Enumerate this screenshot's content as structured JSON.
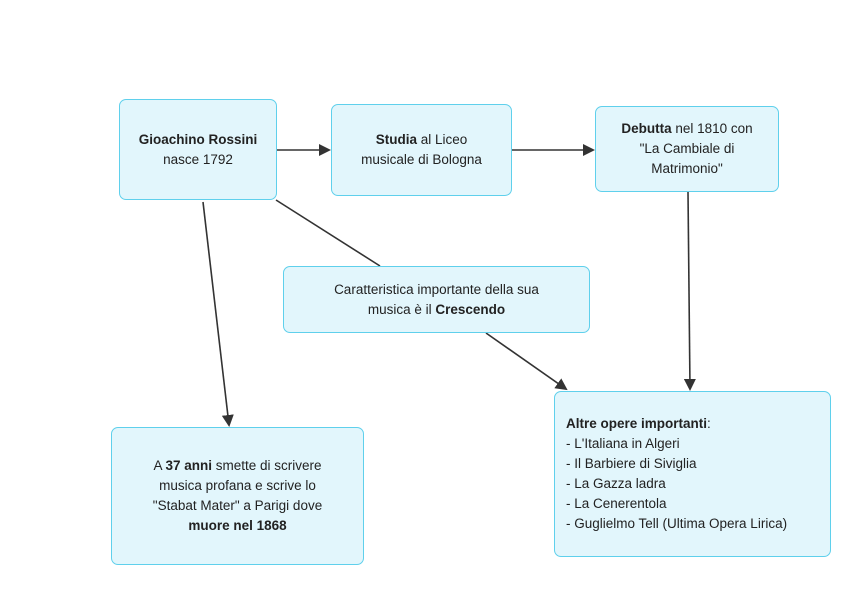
{
  "nodes": {
    "rossini": {
      "bold": "Gioachino Rossini",
      "text": "nasce 1792"
    },
    "studia": {
      "bold": "Studia",
      "text1": " al Liceo",
      "text2": "musicale di Bologna"
    },
    "debutta": {
      "bold": "Debutta",
      "text1": " nel 1810 con",
      "text2": "\"La Cambiale di",
      "text3": "Matrimonio\""
    },
    "crescendo": {
      "text1": "Caratteristica importante della sua",
      "text2": "musica è il ",
      "bold": "Crescendo"
    },
    "anni": {
      "pre": "A ",
      "bold1": "37 anni",
      "text1": " smette di scrivere",
      "text2": "musica profana e scrive lo",
      "text3": "\"Stabat Mater\" a Parigi dove",
      "bold2": "muore nel 1868"
    },
    "altre": {
      "heading": "Altre opere importanti",
      "suffix": ":",
      "items": [
        "L'Italiana in Algeri",
        "Il Barbiere di Siviglia",
        "La Gazza ladra",
        "La Cenerentola",
        "Guglielmo Tell (Ultima Opera Lirica)"
      ]
    }
  },
  "colors": {
    "node_fill": "#e2f6fc",
    "node_border": "#5fd0ec",
    "arrow": "#333333"
  }
}
